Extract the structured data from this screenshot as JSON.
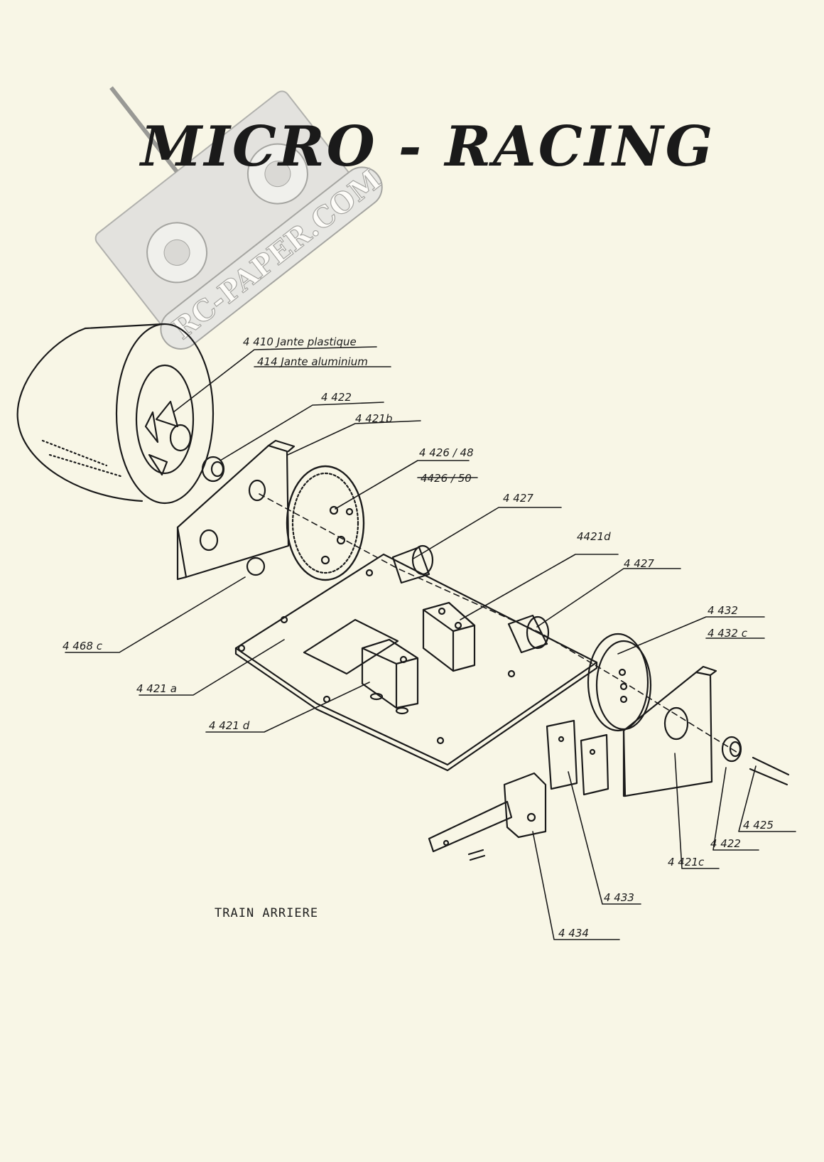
{
  "document": {
    "title": "MICRO - RACING",
    "caption": "TRAIN ARRIERE",
    "watermark": "RC-PAPER.COM"
  },
  "diagram": {
    "part_labels": {
      "p4410": "4 410 Jante plastique",
      "p414": "414 Jante aluminium",
      "p4422_top": "4 422",
      "p4421b": "4 421b",
      "p4426_48": "4 426 / 48",
      "p4426_50": "4426 / 50",
      "p4427_a": "4 427",
      "p4421d_top": "4421d",
      "p4427_b": "4 427",
      "p4432": "4 432",
      "p4432c": "4 432 c",
      "p4468c": "4 468 c",
      "p4421a": "4 421 a",
      "p4421d_bottom": "4 421 d",
      "p4425": "4 425",
      "p4422_bottom": "4 422",
      "p4421c": "4 421c",
      "p4433": "4 433",
      "p4434": "4 434"
    }
  }
}
